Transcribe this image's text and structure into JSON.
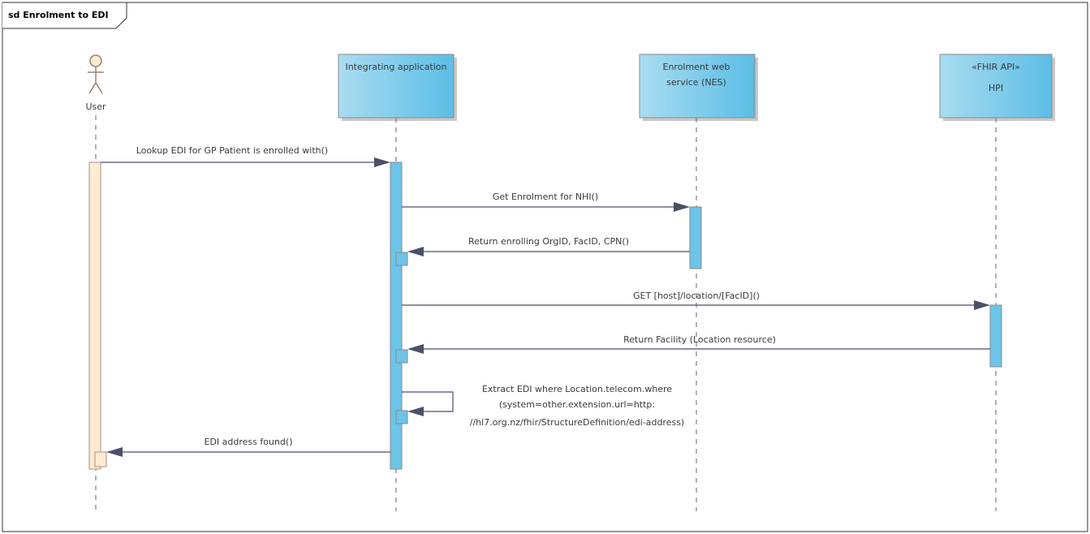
{
  "frame": {
    "title": "sd Enrolment to EDI"
  },
  "participants": [
    {
      "id": "user",
      "kind": "actor",
      "label_lines": [
        "User"
      ]
    },
    {
      "id": "app",
      "kind": "box",
      "label_lines": [
        "Integrating application"
      ]
    },
    {
      "id": "nes",
      "kind": "box",
      "label_lines": [
        "Enrolment web",
        "service (NES)"
      ]
    },
    {
      "id": "hpi",
      "kind": "box",
      "label_lines": [
        "«FHIR API»",
        "HPI"
      ]
    }
  ],
  "messages": [
    {
      "from": "user",
      "to": "app",
      "lines": [
        "Lookup EDI for GP Patient is enrolled with()"
      ]
    },
    {
      "from": "app",
      "to": "nes",
      "lines": [
        "Get Enrolment for NHI()"
      ]
    },
    {
      "from": "nes",
      "to": "app",
      "lines": [
        "Return enrolling OrgID, FacID, CPN()"
      ]
    },
    {
      "from": "app",
      "to": "hpi",
      "lines": [
        "GET [host]/location/[FacID]()"
      ]
    },
    {
      "from": "hpi",
      "to": "app",
      "lines": [
        "Return Facility (Location resource)"
      ]
    },
    {
      "from": "app",
      "to": "app",
      "lines": [
        "Extract EDI where Location.telecom.where",
        "(system=other.extension.url=http:",
        "//hl7.org.nz/fhir/StructureDefinition/edi-address)"
      ]
    },
    {
      "from": "app",
      "to": "user",
      "lines": [
        "EDI address found()"
      ]
    }
  ],
  "colors": {
    "box_fill_light": "#a9dcf0",
    "box_fill_dark": "#5bbde6",
    "box_stroke": "#8a8a8a",
    "activation_fill": "#6cc4e8",
    "user_activation_fill": "#fdebd2",
    "user_activation_stroke": "#b08c80",
    "actor_stroke": "#a08070",
    "lifeline": "#666666",
    "arrow": "#4a5068"
  }
}
